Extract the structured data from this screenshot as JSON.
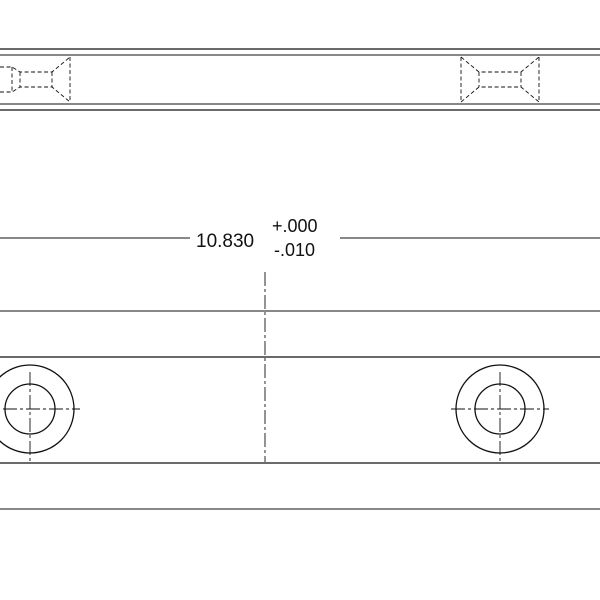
{
  "drawing": {
    "dimension": {
      "nominal": "10.830",
      "tol_plus": "+.000",
      "tol_minus": "-.010"
    }
  }
}
